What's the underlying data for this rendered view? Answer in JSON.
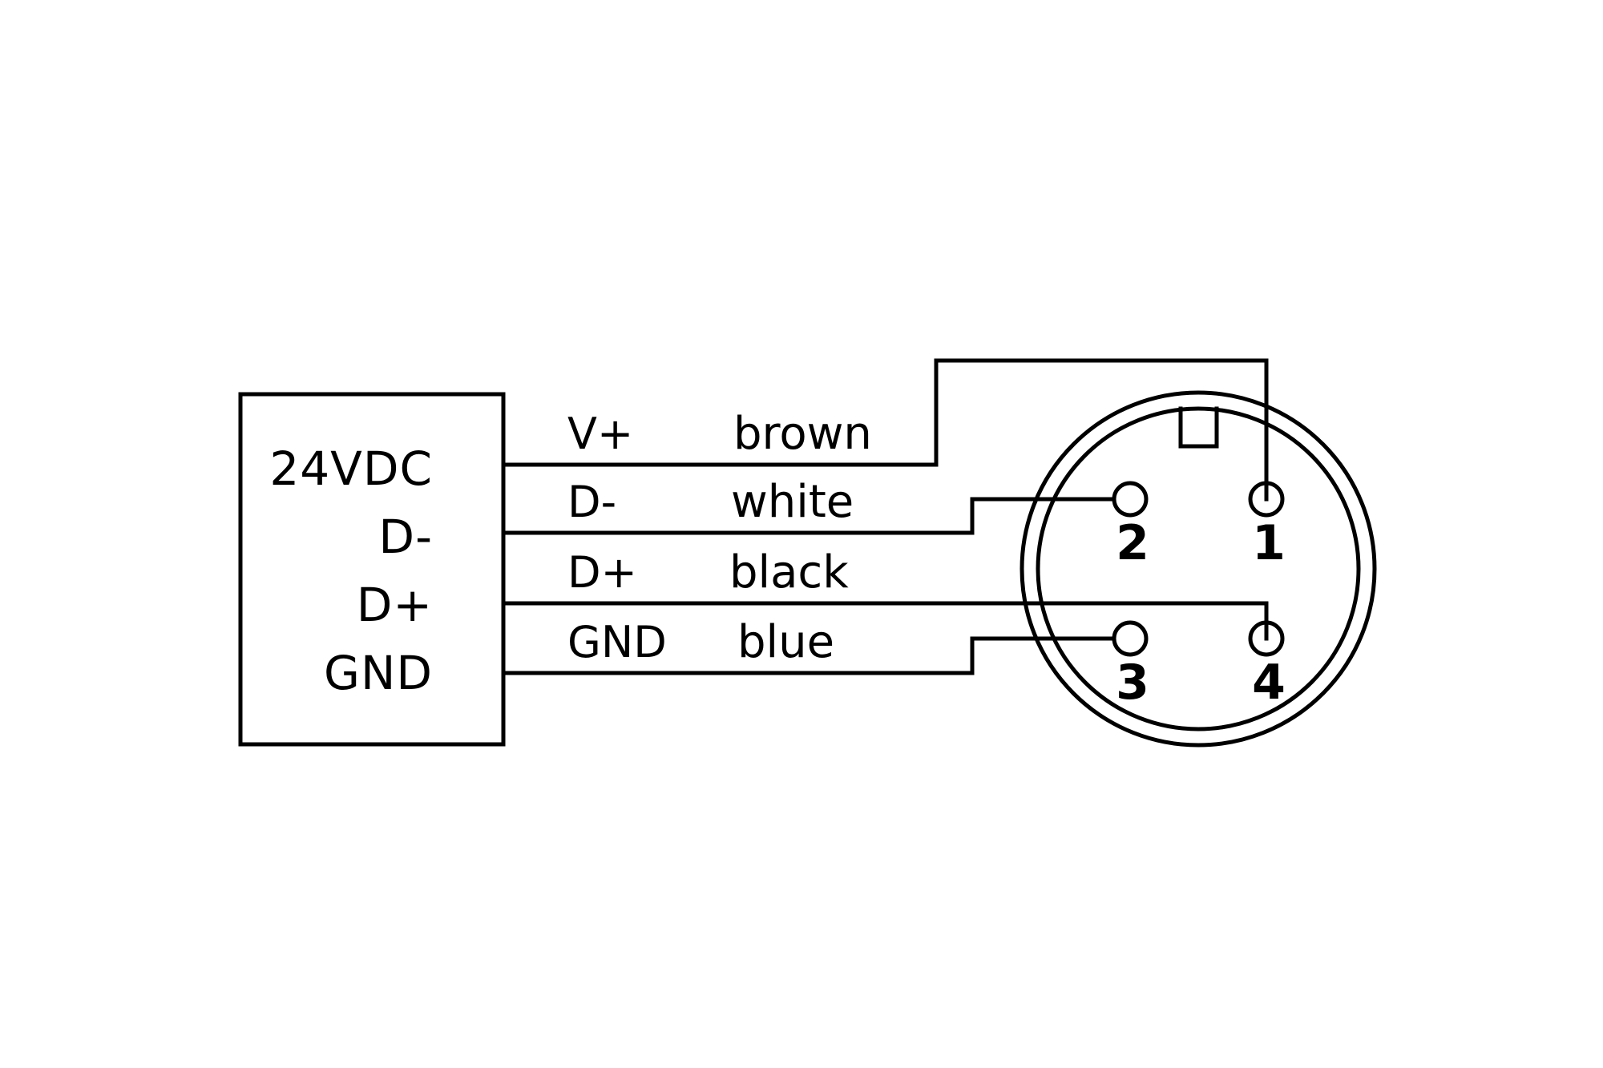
{
  "block": {
    "lines": [
      "24VDC",
      "D-",
      "D+",
      "GND"
    ]
  },
  "wires": [
    {
      "signal": "V+",
      "color": "brown"
    },
    {
      "signal": "D-",
      "color": "white"
    },
    {
      "signal": "D+",
      "color": "black"
    },
    {
      "signal": "GND",
      "color": "blue"
    }
  ],
  "connector": {
    "pins": [
      "1",
      "2",
      "3",
      "4"
    ]
  }
}
